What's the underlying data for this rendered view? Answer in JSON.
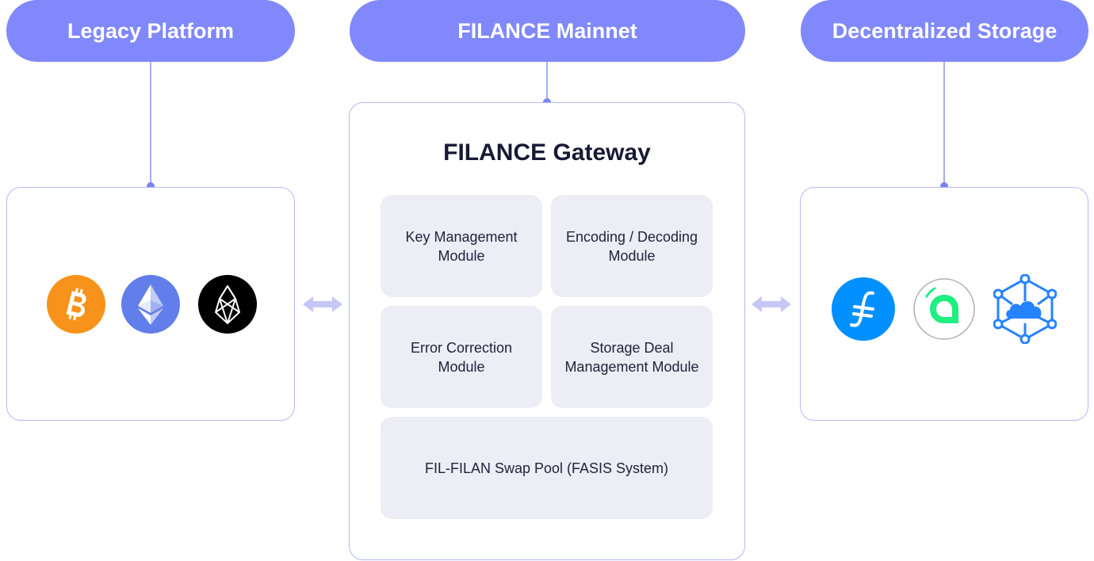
{
  "header": {
    "legacy_label": "Legacy Platform",
    "mainnet_label": "FILANCE Mainnet",
    "storage_label": "Decentralized Storage"
  },
  "gateway": {
    "title": "FILANCE Gateway",
    "modules": [
      {
        "label": "Key Management Module"
      },
      {
        "label": "Encoding / Decoding Module"
      },
      {
        "label": "Error Correction Module"
      },
      {
        "label": "Storage Deal Management Module"
      },
      {
        "label": "FIL-FILAN Swap Pool (FASIS System)"
      }
    ]
  },
  "legacy_icons": [
    "bitcoin-icon",
    "ethereum-icon",
    "eos-icon"
  ],
  "storage_icons": [
    "filecoin-icon",
    "siacoin-icon",
    "storj-icon"
  ],
  "colors": {
    "accent": "#8088fb",
    "module_bg": "#ededf6",
    "panel_border": "#b5b9f7",
    "bitcoin": "#f7931a",
    "ethereum": "#627eea",
    "filecoin": "#0090ff",
    "siacoin": "#20ee82",
    "storj": "#2683ff"
  }
}
